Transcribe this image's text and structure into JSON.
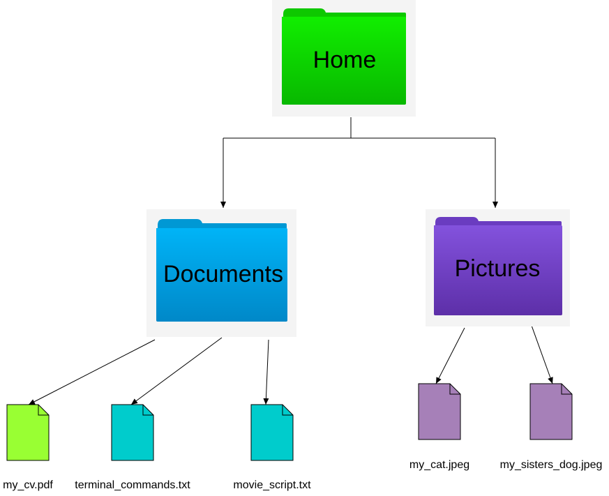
{
  "diagram": {
    "root": {
      "label": "Home",
      "color": "#11ee00",
      "children": [
        "documents",
        "pictures"
      ]
    },
    "folders": {
      "documents": {
        "label": "Documents",
        "color": "#00aaf0",
        "files": [
          "my_cv.pdf",
          "terminal_commands.txt",
          "movie_script.txt"
        ]
      },
      "pictures": {
        "label": "Pictures",
        "color": "#7a48d8",
        "files": [
          "my_cat.jpeg",
          "my_sisters_dog.jpeg"
        ]
      }
    },
    "files": {
      "my_cv.pdf": {
        "label": "my_cv.pdf",
        "color": "#99ff33"
      },
      "terminal_commands.txt": {
        "label": "terminal_commands.txt",
        "color": "#00cccc"
      },
      "movie_script.txt": {
        "label": "movie_script.txt",
        "color": "#00cccc"
      },
      "my_cat.jpeg": {
        "label": "my_cat.jpeg",
        "color": "#a680b8"
      },
      "my_sisters_dog.jpeg": {
        "label": "my_sisters_dog.jpeg",
        "color": "#a680b8"
      }
    },
    "icons": {
      "folder": "folder-icon",
      "file": "file-icon"
    }
  }
}
